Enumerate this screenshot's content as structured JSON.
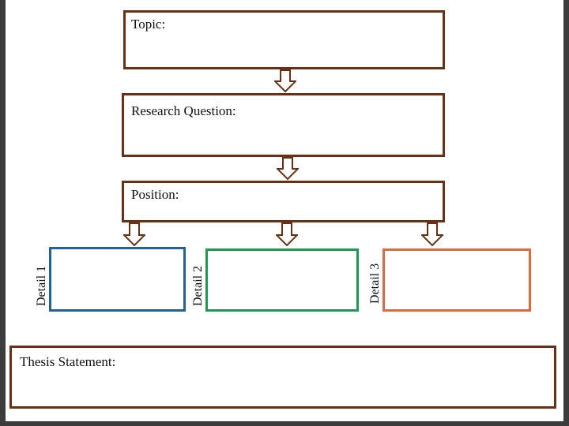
{
  "colors": {
    "brown": "#6b2f15",
    "blue": "#1f6494",
    "green": "#1e9a53",
    "orange": "#e0693d"
  },
  "boxes": {
    "topic": "Topic:",
    "research_question": "Research Question:",
    "position": "Position:",
    "thesis": "Thesis Statement:"
  },
  "details": [
    "Detail 1",
    "Detail 2",
    "Detail 3"
  ],
  "icons": {
    "arrow": "hollow-down-arrow-icon"
  }
}
